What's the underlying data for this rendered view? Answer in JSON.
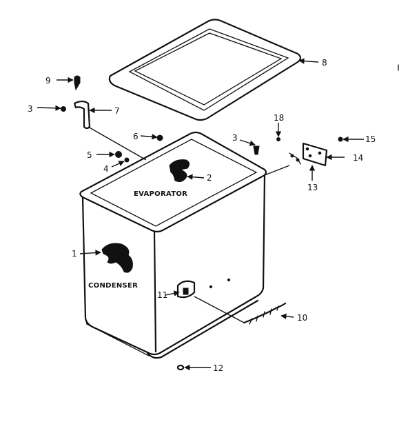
{
  "labels": {
    "evaporator": "EVAPORATOR",
    "condenser": "CONDENSER"
  },
  "callouts": {
    "c1": "1",
    "c2": "2",
    "c3a": "3",
    "c3b": "3",
    "c4": "4",
    "c5": "5",
    "c6": "6",
    "c7": "7",
    "c8": "8",
    "c9": "9",
    "c10": "10",
    "c11": "11",
    "c12": "12",
    "c13": "13",
    "c14": "14",
    "c15": "15",
    "c18": "18"
  }
}
